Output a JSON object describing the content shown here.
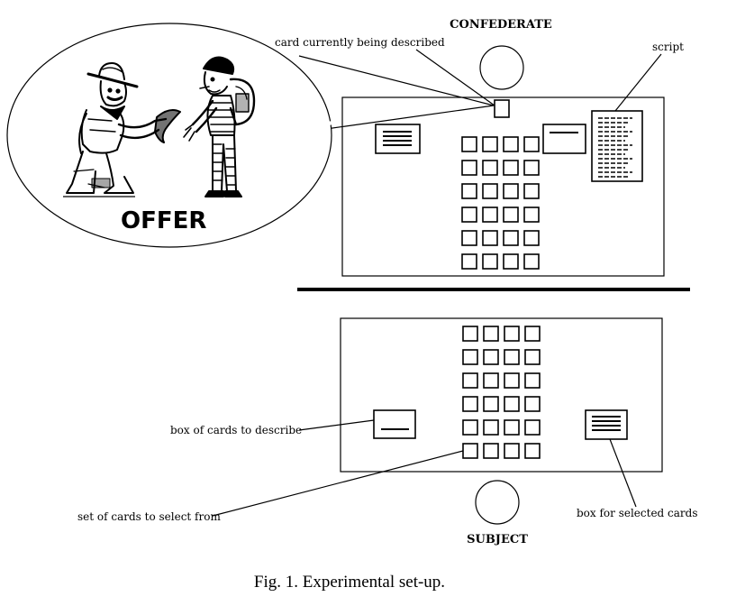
{
  "figure": {
    "labels": {
      "confederate": "CONFEDERATE",
      "subject": "SUBJECT",
      "card_current": "card currently being described",
      "script": "script",
      "box_describe": "box of cards to describe",
      "set_select": "set of cards to select from",
      "box_selected": "box for selected cards"
    },
    "illustration_word": "OFFER",
    "caption": "Fig. 1.  Experimental set-up."
  }
}
